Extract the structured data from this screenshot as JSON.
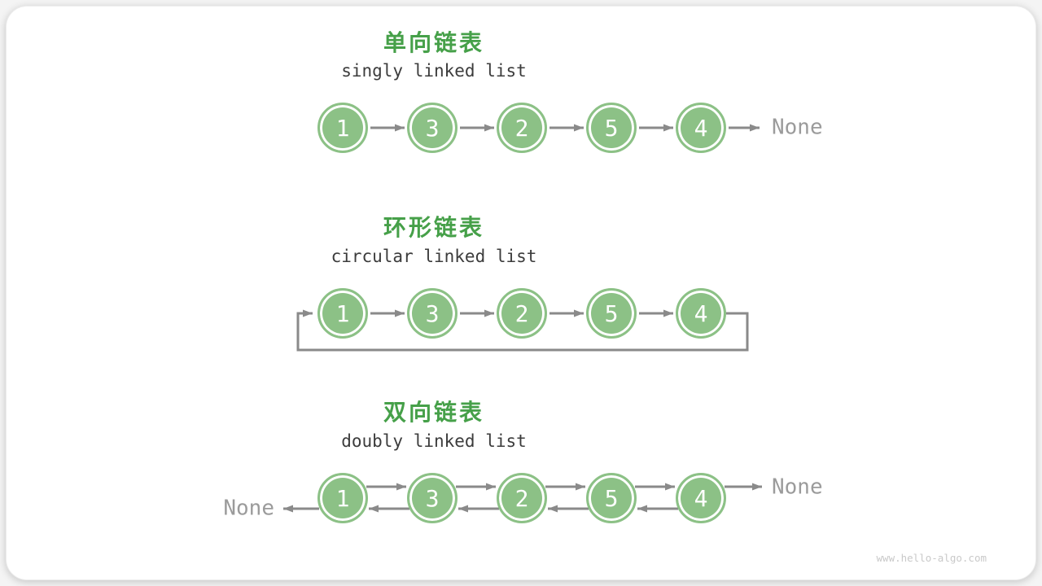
{
  "diagram": {
    "watermark": "www.hello-algo.com",
    "colors": {
      "title_green": "#46A049",
      "node_fill": "#8CC186",
      "node_ring_white": "#FFFFFF",
      "node_text": "#FFFFFF",
      "arrow_gray": "#8A8A8A",
      "subtitle_dark": "#3C3C3C",
      "none_gray": "#9B9B9B",
      "watermark_gray": "#C9C9C9",
      "card_bg": "#FFFFFF"
    },
    "sections": [
      {
        "id": "singly",
        "title_zh": "单向链表",
        "title_en": "singly linked list",
        "nodes": [
          "1",
          "3",
          "2",
          "5",
          "4"
        ],
        "tail_label": "None"
      },
      {
        "id": "circular",
        "title_zh": "环形链表",
        "title_en": "circular linked list",
        "nodes": [
          "1",
          "3",
          "2",
          "5",
          "4"
        ]
      },
      {
        "id": "doubly",
        "title_zh": "双向链表",
        "title_en": "doubly linked list",
        "nodes": [
          "1",
          "3",
          "2",
          "5",
          "4"
        ],
        "head_label": "None",
        "tail_label": "None"
      }
    ]
  }
}
